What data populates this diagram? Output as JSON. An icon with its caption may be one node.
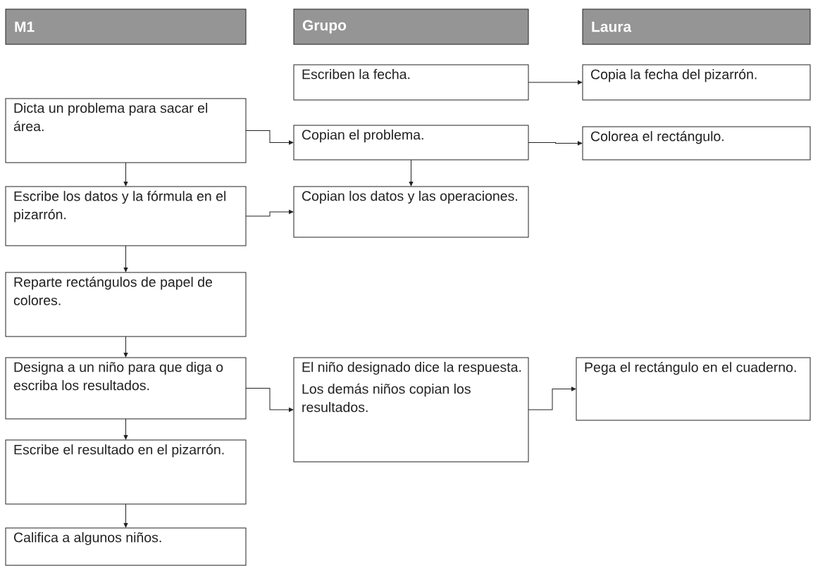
{
  "diagram": {
    "nodes": [
      {
        "text": [
          "M1"
        ]
      },
      {
        "text": [
          "Grupo"
        ]
      },
      {
        "text": [
          "Laura"
        ]
      },
      {
        "text": [
          "Escriben la fecha."
        ]
      },
      {
        "text": [
          "Copia la fecha del pizarrón."
        ]
      },
      {
        "text": [
          "Dicta un problema para sacar el área."
        ]
      },
      {
        "text": [
          "Copian el problema."
        ]
      },
      {
        "text": [
          "Colorea el rectángulo."
        ]
      },
      {
        "text": [
          "Escribe los datos y la fórmula en el pizarrón."
        ]
      },
      {
        "text": [
          "Copian los datos y las operaciones."
        ]
      },
      {
        "text": [
          "Reparte rectángulos de papel de colores."
        ]
      },
      {
        "text": [
          "Designa a un niño para que diga o escriba los resultados."
        ]
      },
      {
        "text": [
          "El niño designado dice la respuesta.",
          "Los demás niños copian los resultados."
        ]
      },
      {
        "text": [
          "Pega el rectángulo en el cuaderno."
        ]
      },
      {
        "text": [
          "Escribe el resultado en el pizarrón."
        ]
      },
      {
        "text": [
          "Califica a algunos niños."
        ]
      }
    ],
    "edges": [
      {
        "from": 3,
        "to": 4,
        "arrow": "to"
      },
      {
        "from": 5,
        "to": 6,
        "arrow": "to"
      },
      {
        "from": 6,
        "to": 7,
        "arrow": "to"
      },
      {
        "from": 5,
        "to": 8,
        "arrow": "to"
      },
      {
        "from": 6,
        "to": 9,
        "arrow": "to"
      },
      {
        "from": 8,
        "to": 9,
        "arrow": "to"
      },
      {
        "from": 8,
        "to": 10,
        "arrow": "to"
      },
      {
        "from": 10,
        "to": 11,
        "arrow": "to"
      },
      {
        "from": 11,
        "to": 12,
        "arrow": "to"
      },
      {
        "from": 12,
        "to": 13,
        "arrow": "to"
      },
      {
        "from": 11,
        "to": 14,
        "arrow": "to"
      },
      {
        "from": 14,
        "to": 15,
        "arrow": "to"
      }
    ]
  }
}
